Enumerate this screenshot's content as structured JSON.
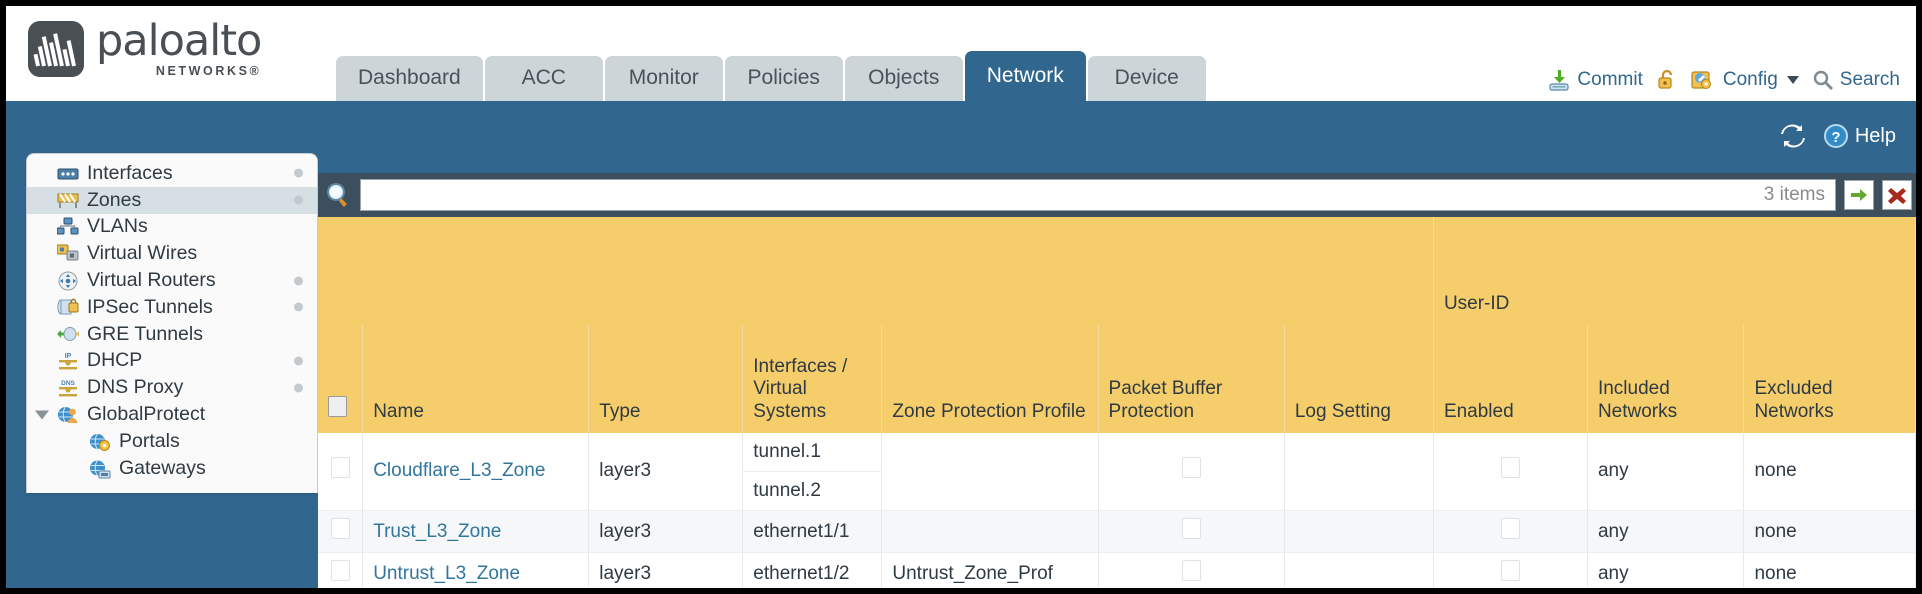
{
  "brand": {
    "name": "paloalto",
    "tagline": "NETWORKS®"
  },
  "tabs": [
    {
      "label": "Dashboard",
      "active": false
    },
    {
      "label": "ACC",
      "active": false
    },
    {
      "label": "Monitor",
      "active": false
    },
    {
      "label": "Policies",
      "active": false
    },
    {
      "label": "Objects",
      "active": false
    },
    {
      "label": "Network",
      "active": true
    },
    {
      "label": "Device",
      "active": false
    }
  ],
  "toolbar": {
    "commit_label": "Commit",
    "commit_icon": "commit-download-icon",
    "lock_icon": "unlocked-padlock-icon",
    "config_icon": "config-wrench-icon",
    "config_label": "Config",
    "config_caret": "chevron-down-icon",
    "search_icon": "magnifier-icon",
    "search_label": "Search"
  },
  "blueband": {
    "refresh_icon": "refresh-icon",
    "help_icon": "help-question-icon",
    "help_label": "Help"
  },
  "sidebar": {
    "items": [
      {
        "label": "Interfaces",
        "icon": "interfaces-icon",
        "selected": false,
        "dot": true,
        "child": false,
        "twisty": false
      },
      {
        "label": "Zones",
        "icon": "zones-icon",
        "selected": true,
        "dot": true,
        "child": false,
        "twisty": false
      },
      {
        "label": "VLANs",
        "icon": "vlans-icon",
        "selected": false,
        "dot": false,
        "child": false,
        "twisty": false
      },
      {
        "label": "Virtual Wires",
        "icon": "virtual-wires-icon",
        "selected": false,
        "dot": false,
        "child": false,
        "twisty": false
      },
      {
        "label": "Virtual Routers",
        "icon": "virtual-routers-icon",
        "selected": false,
        "dot": true,
        "child": false,
        "twisty": false
      },
      {
        "label": "IPSec Tunnels",
        "icon": "ipsec-tunnels-icon",
        "selected": false,
        "dot": true,
        "child": false,
        "twisty": false
      },
      {
        "label": "GRE Tunnels",
        "icon": "gre-tunnels-icon",
        "selected": false,
        "dot": false,
        "child": false,
        "twisty": false
      },
      {
        "label": "DHCP",
        "icon": "dhcp-icon",
        "selected": false,
        "dot": true,
        "child": false,
        "twisty": false
      },
      {
        "label": "DNS Proxy",
        "icon": "dns-proxy-icon",
        "selected": false,
        "dot": true,
        "child": false,
        "twisty": false
      },
      {
        "label": "GlobalProtect",
        "icon": "globalprotect-icon",
        "selected": false,
        "dot": false,
        "child": false,
        "twisty": true
      },
      {
        "label": "Portals",
        "icon": "portals-icon",
        "selected": false,
        "dot": false,
        "child": true,
        "twisty": false
      },
      {
        "label": "Gateways",
        "icon": "gateways-icon",
        "selected": false,
        "dot": false,
        "child": true,
        "twisty": false
      }
    ]
  },
  "search": {
    "icon": "search-magnifier-icon",
    "value": "",
    "items_count": "3 items",
    "apply_icon": "apply-arrow-icon",
    "clear_icon": "clear-x-icon"
  },
  "table": {
    "group_header": {
      "label": "User-ID",
      "span": 3
    },
    "columns": [
      "Name",
      "Type",
      "Interfaces / Virtual Systems",
      "Zone Protection Profile",
      "Packet Buffer Protection",
      "Log Setting",
      "Enabled",
      "Included Networks",
      "Excluded Networks"
    ],
    "rows": [
      {
        "name": "Cloudflare_L3_Zone",
        "type": "layer3",
        "interfaces": [
          "tunnel.1",
          "tunnel.2"
        ],
        "zone_protection_profile": "",
        "packet_buffer_protection": false,
        "log_setting": "",
        "userid_enabled": false,
        "included_networks": "any",
        "excluded_networks": "none",
        "alt": false
      },
      {
        "name": "Trust_L3_Zone",
        "type": "layer3",
        "interfaces": [
          "ethernet1/1"
        ],
        "zone_protection_profile": "",
        "packet_buffer_protection": false,
        "log_setting": "",
        "userid_enabled": false,
        "included_networks": "any",
        "excluded_networks": "none",
        "alt": true
      },
      {
        "name": "Untrust_L3_Zone",
        "type": "layer3",
        "interfaces": [
          "ethernet1/2"
        ],
        "zone_protection_profile": "Untrust_Zone_Prof",
        "packet_buffer_protection": false,
        "log_setting": "",
        "userid_enabled": false,
        "included_networks": "any",
        "excluded_networks": "none",
        "alt": false
      }
    ]
  },
  "colors": {
    "brand_blue": "#31678e",
    "header_yellow": "#f5cd6b",
    "group_yellow": "#ddae3f",
    "panel_slate": "#3d4f5c",
    "link_blue": "#31769c"
  }
}
